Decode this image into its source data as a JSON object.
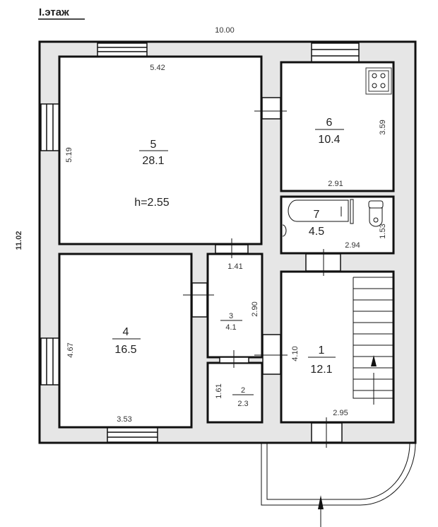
{
  "title": "I.этаж",
  "dimensions": {
    "overall_width": "10.00",
    "overall_height": "11.02"
  },
  "ceiling_height": "h=2.55",
  "rooms": {
    "r5": {
      "number": "5",
      "area": "28.1",
      "width": "5.42",
      "length": "5.19"
    },
    "r6": {
      "number": "6",
      "area": "10.4",
      "width": "2.91",
      "length": "3.59"
    },
    "r7": {
      "number": "7",
      "area": "4.5",
      "width": "2.94",
      "length": "1.53"
    },
    "r4": {
      "number": "4",
      "area": "16.5",
      "width": "3.53",
      "length": "4.67"
    },
    "r3": {
      "number": "3",
      "area": "4.1",
      "width": "1.41",
      "length": "2.90"
    },
    "r2": {
      "number": "2",
      "area": "2.3",
      "length": "1.61"
    },
    "r1": {
      "number": "1",
      "area": "12.1",
      "width": "2.95",
      "length": "4.10"
    }
  }
}
